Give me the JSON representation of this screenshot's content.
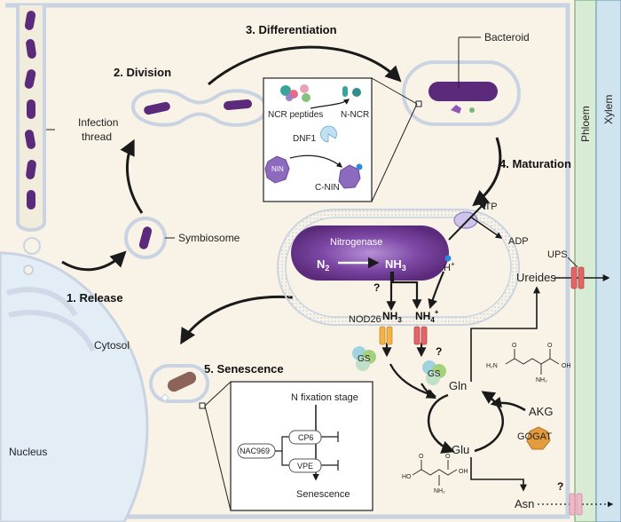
{
  "stages": {
    "release": "1.  Release",
    "division": "2. Division",
    "differentiation": "3. Differentiation",
    "maturation": "4. Maturation",
    "senescence": "5. Senescence"
  },
  "labels": {
    "infection_thread_1": "Infection",
    "infection_thread_2": "thread",
    "symbiosome": "Symbiosome",
    "bacteroid": "Bacteroid",
    "cytosol": "Cytosol",
    "nucleus": "Nucleus",
    "phloem": "Phloem",
    "xylem": "Xylem"
  },
  "differentiation_box": {
    "ncr_peptides": "NCR peptides",
    "n_ncr": "N-NCR",
    "dnf1": "DNF1",
    "nin": "NIN",
    "c_nin": "C-NIN"
  },
  "bacteroid_metabolism": {
    "nitrogenase": "Nitrogenase",
    "n2": "N",
    "n2_sub": "2",
    "nh3_left": "NH",
    "nh3_left_sub": "3",
    "atp": "ATP",
    "adp": "ADP",
    "h_plus": "H",
    "h_plus_sup": "+",
    "unknown_transporter": "?",
    "nh3": "NH",
    "nh3_sub": "3",
    "nh4": "NH",
    "nh4_sub": "4",
    "nh4_sup": "+",
    "nod26": "NOD26",
    "unknown_channel": "?"
  },
  "assimilation": {
    "gs_left": "GS",
    "gs_right": "GS",
    "gln": "Gln",
    "glu": "Glu",
    "akg": "AKG",
    "gogat": "GOGAT",
    "ureides": "Ureides",
    "ups": "UPS",
    "asn": "Asn",
    "unknown_exporter": "?"
  },
  "senescence_box": {
    "n_fixation_stage": "N fixation stage",
    "nac969": "NAC969",
    "cp6": "CP6",
    "vpe": "VPE",
    "senescence": "Senescence"
  },
  "molecules": {
    "gln_h2n": "H₂N",
    "gln_oh": "OH",
    "gln_o_left": "O",
    "gln_o_right": "O",
    "gln_nh2": "NH₂",
    "glu_ho": "HO",
    "glu_oh": "OH",
    "glu_o_left": "O",
    "glu_o_right": "O",
    "glu_nh2": "NH₂"
  },
  "colors": {
    "cytoplasm": "#f8f3e6",
    "membrane": "#c9d3e2",
    "bacteroid_purple": "#5b2a7a",
    "nitrogenase_glow": "#8e58b8",
    "nucleus": "#e3edf6",
    "phloem": "#d8ebd5",
    "xylem": "#cfe4ef",
    "channel_red": "#e06668",
    "channel_orange": "#f2b24a",
    "gs_blue": "#9fd3df",
    "gs_green": "#a3d17c",
    "gogat": "#e39b3c",
    "senescent_bacteroid": "#8b6358"
  }
}
